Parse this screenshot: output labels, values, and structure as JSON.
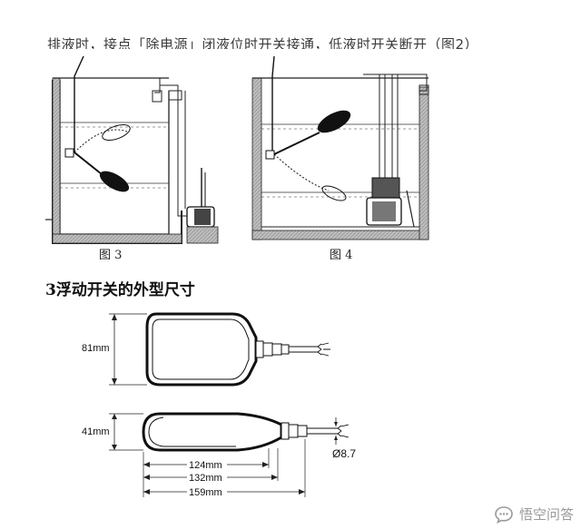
{
  "top_text": "排液时，接点「除电源」闭液位时开关接通，低液时开关断开（图2）",
  "figures": {
    "fig3_caption": "图 3",
    "fig4_caption": "图 4"
  },
  "section_heading": "3浮动开关的外型尺寸",
  "dimensions": {
    "height_top": "81mm",
    "height_side": "41mm",
    "len_a": "124mm",
    "len_b": "132mm",
    "len_c": "159mm",
    "diameter": "Ø8.7"
  },
  "watermark": {
    "icon": "speech-bubble-icon",
    "text": "悟空问答"
  }
}
